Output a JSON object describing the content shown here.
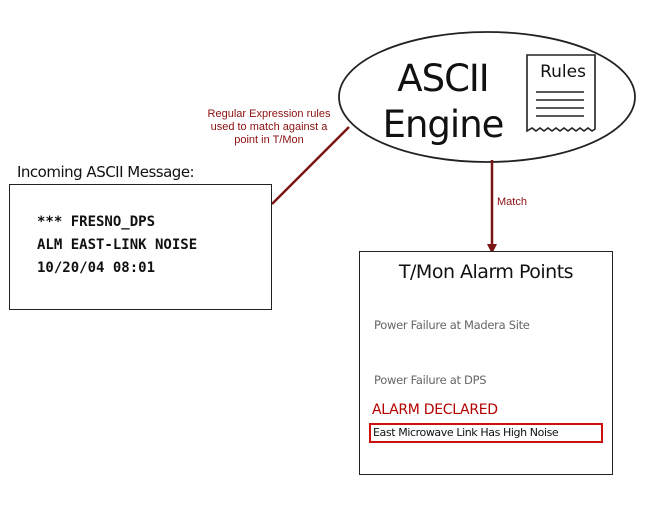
{
  "engine": {
    "line1": "ASCII",
    "line2": "Engine",
    "rules_label": "Rules"
  },
  "annotation": {
    "line1": "Regular Expression rules",
    "line2": "used to match against a",
    "line3": "point in T/Mon"
  },
  "match_label": "Match",
  "incoming": {
    "title": "Incoming ASCII Message:",
    "lines": [
      "*** FRESNO_DPS",
      "ALM EAST-LINK NOISE",
      "10/20/04 08:01"
    ]
  },
  "alarm_points": {
    "title": "T/Mon Alarm Points",
    "items": [
      "Power Failure at Madera Site",
      "Power Failure at DPS"
    ],
    "alarm_declared": "ALARM DECLARED",
    "matched_point": "East Microwave Link Has High Noise"
  },
  "colors": {
    "connector": "#7a1515",
    "annotation_text": "#8b1010",
    "alarm_text": "#b40000",
    "alarm_border": "#cc1111"
  }
}
